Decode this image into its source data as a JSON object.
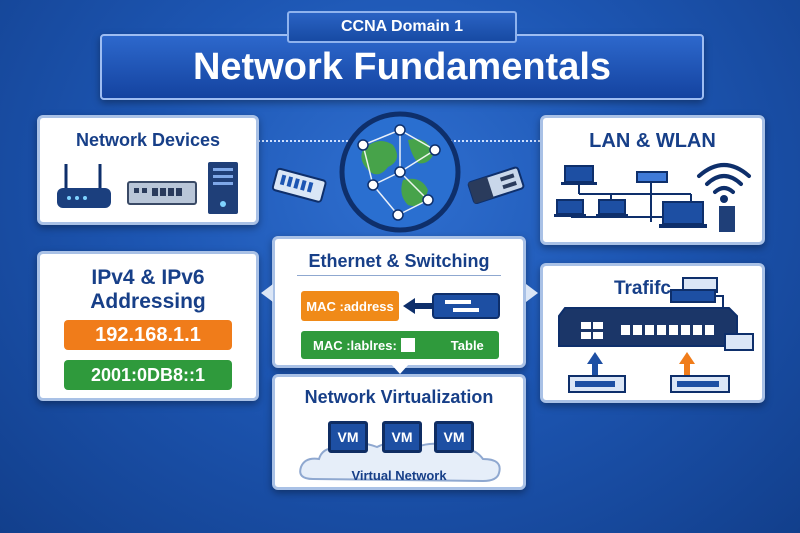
{
  "header": {
    "subtitle": "CCNA Domain 1",
    "title": "Network Fundamentals"
  },
  "cards": {
    "network_devices": {
      "title": "Network Devices"
    },
    "lan_wlan": {
      "title": "LAN & WLAN"
    },
    "addressing": {
      "title": "IPv4 & IPv6 Addressing",
      "ipv4_example": "192.168.1.1",
      "ipv6_example": "2001:0DB8::1"
    },
    "ethernet": {
      "title": "Ethernet & Switching",
      "mac_address_label": "MAC :address",
      "mac_table_label": "MAC :lablres:",
      "mac_table_suffix": "Table"
    },
    "traffic": {
      "title": "Trafifc"
    },
    "virtualization": {
      "title": "Network Virtualization",
      "vms": [
        "VM",
        "VM",
        "VM"
      ],
      "cloud_label": "Virtual Network"
    }
  },
  "colors": {
    "ipv4_pill": "#f07c1a",
    "ipv6_pill": "#2f9a3c",
    "mac_address_pill": "#f08a18",
    "mac_table_pill": "#2f9a3c",
    "title_text": "#173f88"
  },
  "icons": [
    "router-icon",
    "switch-icon",
    "server-icon",
    "globe-icon",
    "ethernet-plug-icon",
    "fiber-module-icon",
    "laptop-icon",
    "wifi-icon",
    "vm-monitor-icon",
    "cloud-icon"
  ]
}
